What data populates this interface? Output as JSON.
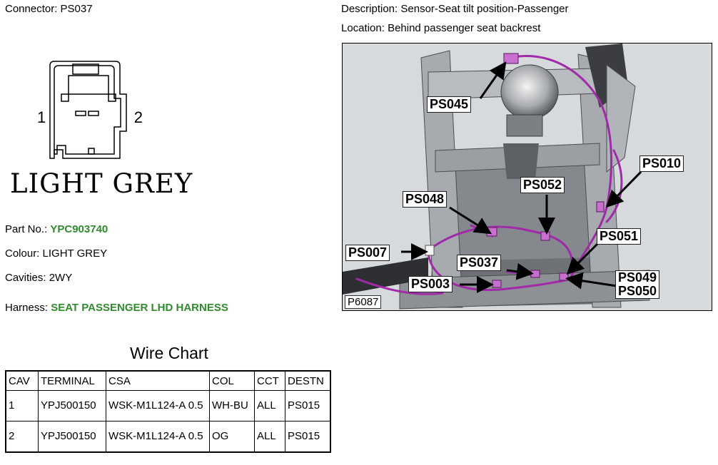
{
  "connector": {
    "label": "Connector:",
    "value": "PS037",
    "pin_left": "1",
    "pin_right": "2",
    "color_text": "LIGHT GREY"
  },
  "info": {
    "part_label": "Part No.:",
    "part_value": "YPC903740",
    "colour_label": "Colour:",
    "colour_value": "LIGHT GREY",
    "cavities_label": "Cavities:",
    "cavities_value": "2WY",
    "harness_label": "Harness:",
    "harness_value": "SEAT PASSENGER LHD HARNESS"
  },
  "description": {
    "label": "Description:",
    "value": "Sensor-Seat tilt position-Passenger",
    "location_label": "Location:",
    "location_value": "Behind passenger seat backrest"
  },
  "photo": {
    "ref": "P6087",
    "callouts": {
      "ps045": "PS045",
      "ps010": "PS010",
      "ps052": "PS052",
      "ps048": "PS048",
      "ps051": "PS051",
      "ps007": "PS007",
      "ps037": "PS037",
      "ps049": "PS049",
      "ps050": "PS050",
      "ps003": "PS003"
    }
  },
  "wire_chart": {
    "title": "Wire Chart",
    "headers": [
      "CAV",
      "TERMINAL",
      "CSA",
      "COL",
      "CCT",
      "DESTN"
    ],
    "rows": [
      [
        "1",
        "YPJ500150",
        "WSK-M1L124-A 0.5",
        "WH-BU",
        "ALL",
        "PS015"
      ],
      [
        "2",
        "YPJ500150",
        "WSK-M1L124-A 0.5",
        "OG",
        "ALL",
        "PS015"
      ]
    ]
  },
  "colors": {
    "accent_green": "#2e8b2e",
    "harness_magenta": "#a02aa8"
  }
}
